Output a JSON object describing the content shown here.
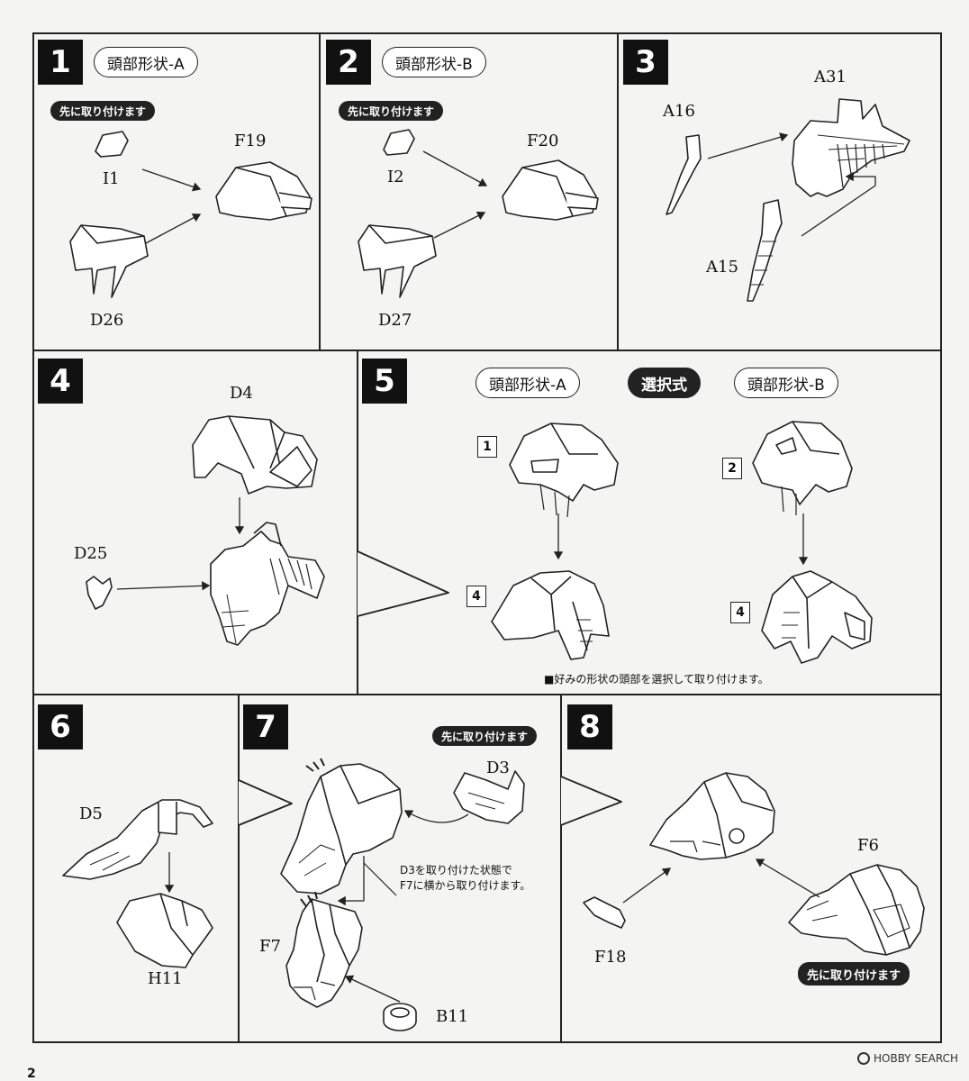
{
  "steps": {
    "s1": {
      "num": "1",
      "title": "頭部形状-A",
      "tag": "先に取り付けます",
      "parts": [
        "I1",
        "F19",
        "D26"
      ]
    },
    "s2": {
      "num": "2",
      "title": "頭部形状-B",
      "tag": "先に取り付けます",
      "parts": [
        "I2",
        "F20",
        "D27"
      ]
    },
    "s3": {
      "num": "3",
      "parts": [
        "A16",
        "A31",
        "A15"
      ]
    },
    "s4": {
      "num": "4",
      "parts": [
        "D4",
        "D25"
      ]
    },
    "s5": {
      "num": "5",
      "optA": "頭部形状-A",
      "select": "選択式",
      "optB": "頭部形状-B",
      "sub_a": "1",
      "sub_a2": "4",
      "sub_b": "2",
      "sub_b2": "4",
      "note": "■好みの形状の頭部を選択して取り付けます。"
    },
    "s6": {
      "num": "6",
      "parts": [
        "D5",
        "H11"
      ]
    },
    "s7": {
      "num": "7",
      "tag": "先に取り付けます",
      "parts": [
        "D3",
        "F7",
        "B11"
      ],
      "note1": "D3を取り付けた状態で",
      "note2": "F7に横から取り付けます。"
    },
    "s8": {
      "num": "8",
      "tag": "先に取り付けます",
      "parts": [
        "F6",
        "F18"
      ]
    }
  },
  "watermark": "HOBBY SEARCH",
  "page_number": "2"
}
